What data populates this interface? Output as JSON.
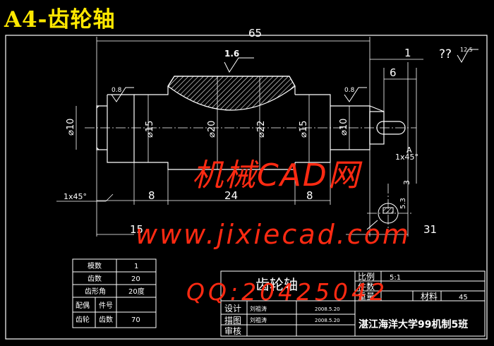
{
  "heading": "A4-齿轮轴",
  "dimensions": {
    "total_length": "65",
    "right_step": "1",
    "keyway_length": "6",
    "roughness_top": "1.6",
    "roughness_left": "0.8",
    "roughness_right": "0.8",
    "roughness_corner": "12.5",
    "roughness_corner_prefix": "??",
    "dia_left_end": "⌀10",
    "dia_left_shoulder": "⌀15",
    "dia_root": "⌀20",
    "dia_tip": "⌀22",
    "dia_right_shoulder": "⌀15",
    "dia_right_end": "⌀10",
    "chamfer_left": "1x45°",
    "chamfer_right": "1x45°",
    "len_left_shoulder": "8",
    "len_gear": "24",
    "len_right_shoulder": "8",
    "len_left_end": "15",
    "len_right_end": "31",
    "key_depth": "5.3",
    "key_width": "3",
    "key_label": "A"
  },
  "gear_table": {
    "rows": [
      {
        "label": "模数",
        "value": "1"
      },
      {
        "label": "齿数",
        "value": "20"
      },
      {
        "label": "齿形角",
        "value": "20度"
      }
    ],
    "mesh_label_1": "配偶",
    "mesh_label_2": "齿轮",
    "part_no_label": "件号",
    "teeth_label": "齿数",
    "mesh_teeth": "70"
  },
  "title_block": {
    "part_name": "齿轮轴",
    "scale_label": "比例",
    "scale_value": "5:1",
    "count_label": "件数",
    "weight_label": "重量",
    "material_label": "材料",
    "material_value": "45",
    "design_label": "设计",
    "draw_label": "描图",
    "review_label": "审核",
    "designer": "刘祖涛",
    "drafter": "刘祖涛",
    "design_date": "2008.5.20",
    "draw_date": "2008.5.20",
    "school": "湛江海洋大学99机制5班"
  },
  "watermark": {
    "line1": "机械CAD网",
    "line2": "www.jixiecad.com",
    "line3": "QQ:20425042"
  },
  "colors": {
    "outline": "#ffffff",
    "dimension": "#ffffff",
    "centerline": "#ffffff",
    "heading": "#ffe800",
    "watermark": "#ff2a12",
    "background": "#000000"
  }
}
